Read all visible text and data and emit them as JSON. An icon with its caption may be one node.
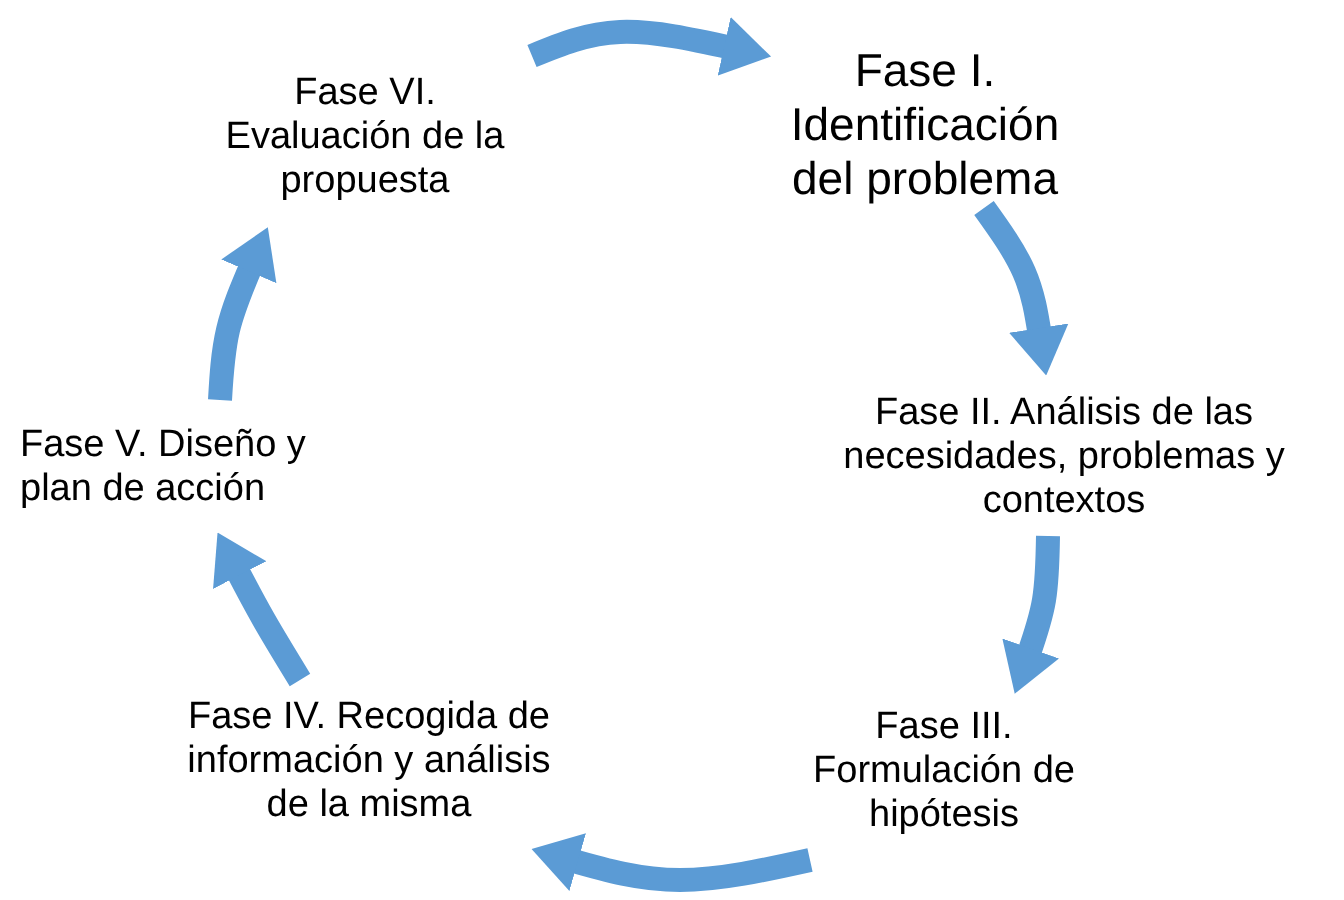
{
  "diagram": {
    "nodes": [
      {
        "text": [
          "Fase I. Identificación del problema"
        ]
      },
      {
        "text": [
          "Fase II. Análisis de las necesidades, problemas y contextos"
        ]
      },
      {
        "text": [
          "Fase III. Formulación de hipótesis"
        ]
      },
      {
        "text": [
          "Fase IV. Recogida de información y análisis de la misma"
        ]
      },
      {
        "text": [
          "Fase V. Diseño y plan de acción"
        ]
      },
      {
        "text": [
          "Fase VI. Evaluación de la propuesta"
        ]
      }
    ],
    "edges": [
      {
        "from": 5,
        "to": 0,
        "arrow": "to"
      },
      {
        "from": 0,
        "to": 1,
        "arrow": "to"
      },
      {
        "from": 1,
        "to": 2,
        "arrow": "to"
      },
      {
        "from": 2,
        "to": 3,
        "arrow": "to"
      },
      {
        "from": 3,
        "to": 4,
        "arrow": "to"
      },
      {
        "from": 4,
        "to": 5,
        "arrow": "to"
      }
    ]
  }
}
